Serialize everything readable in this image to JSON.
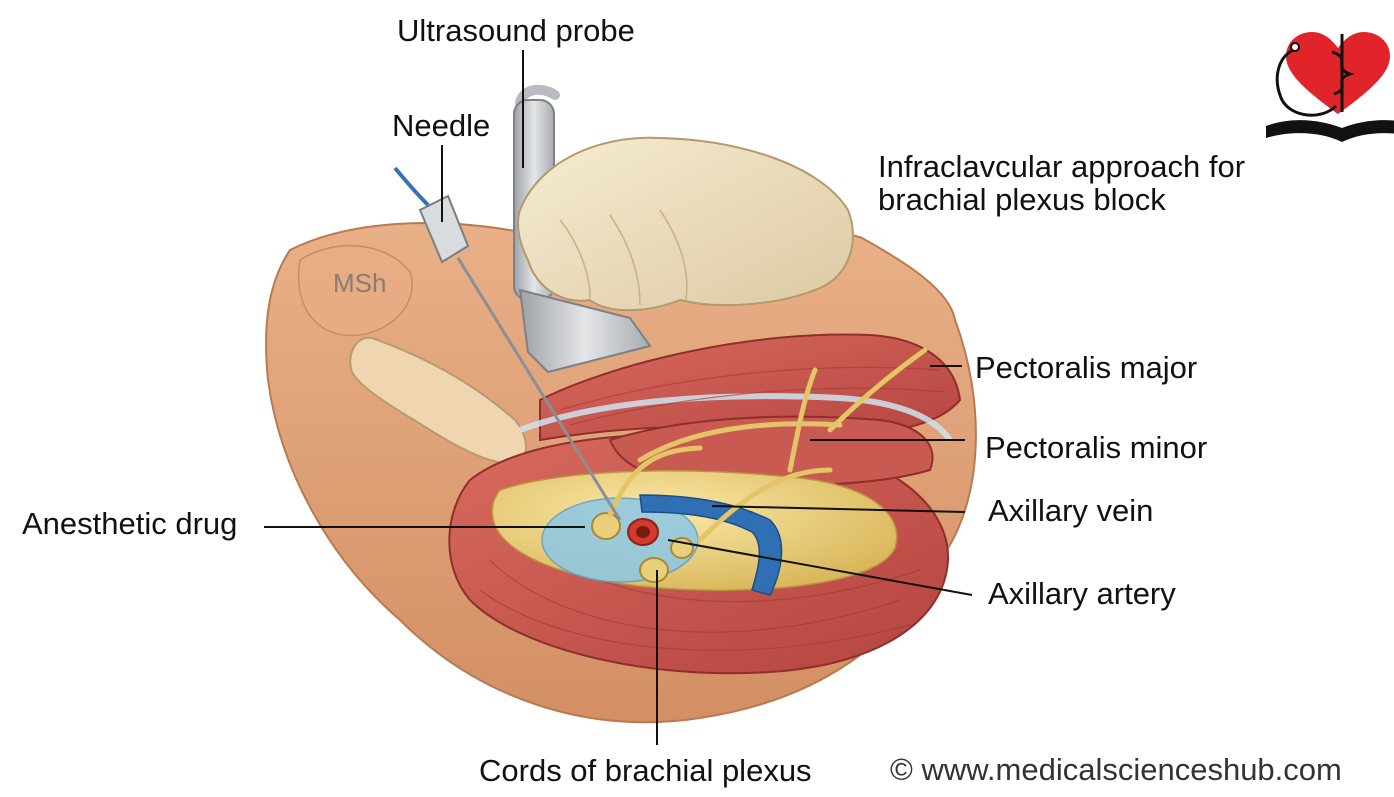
{
  "title": "Infraclavcular approach for\nbrachial plexus block",
  "labels": {
    "ultrasound_probe": "Ultrasound probe",
    "needle": "Needle",
    "pectoralis_major": "Pectoralis major",
    "pectoralis_minor": "Pectoralis minor",
    "axillary_vein": "Axillary vein",
    "axillary_artery": "Axillary artery",
    "anesthetic_drug": "Anesthetic drug",
    "cords": "Cords of brachial plexus"
  },
  "watermark": "MSh",
  "copyright": "© www.medicalscienceshub.com",
  "colors": {
    "skin": "#e2a77c",
    "muscle": "#c7554e",
    "vein": "#2f6fb3",
    "artery": "#d23a2e",
    "nerve": "#e3c568",
    "anesthetic": "#8cc7e6",
    "glove": "#efe1c2",
    "logo_heart": "#e0242a"
  }
}
